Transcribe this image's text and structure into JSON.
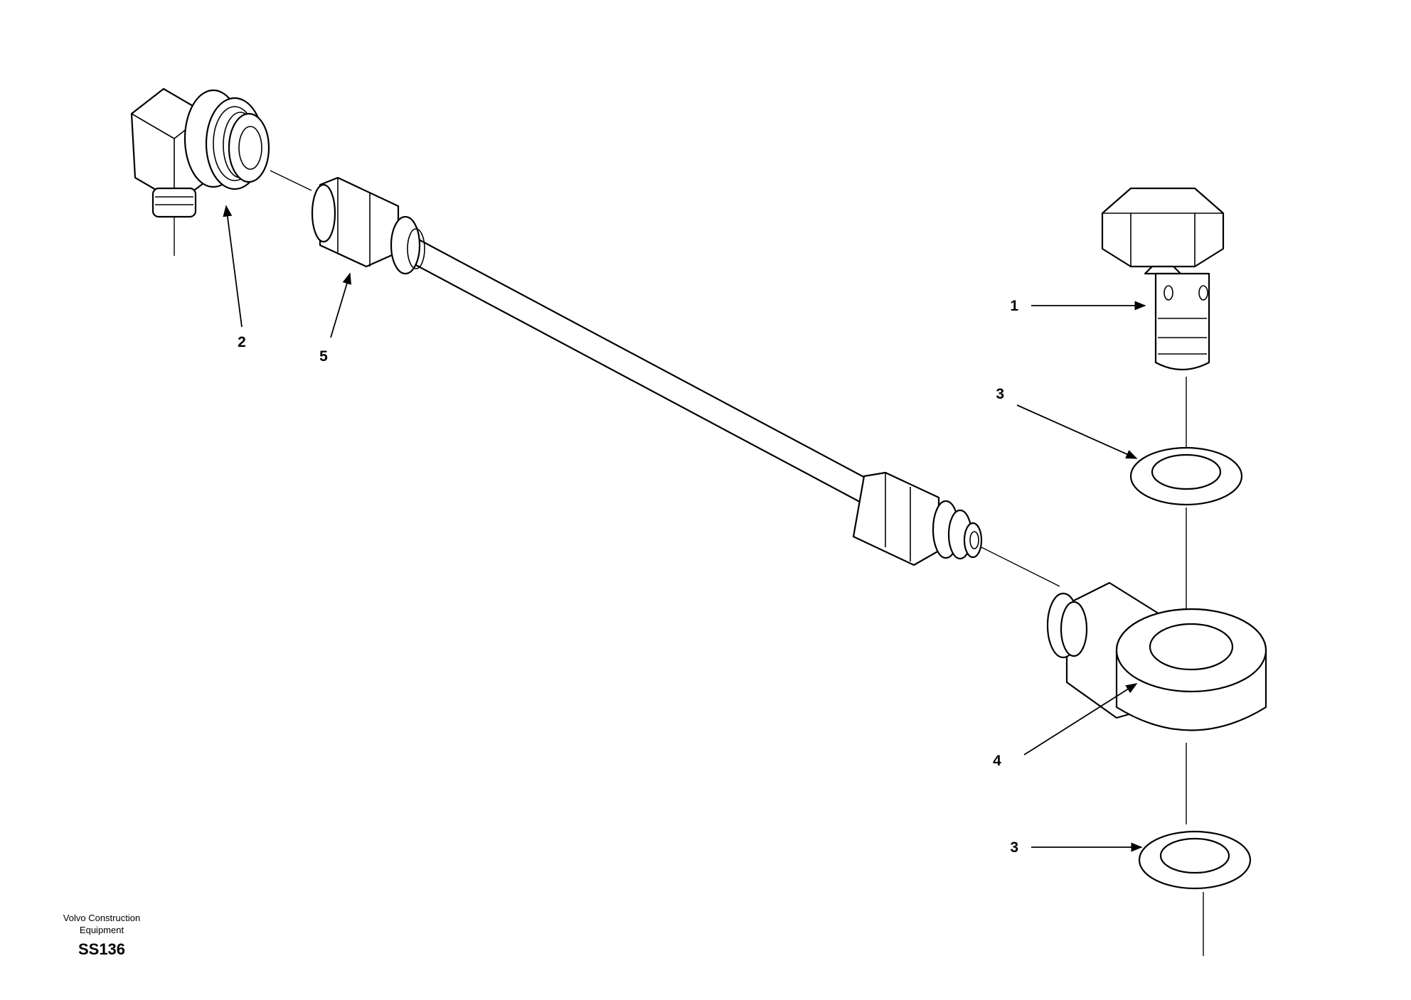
{
  "callouts": [
    "1",
    "2",
    "3",
    "3",
    "4",
    "5"
  ],
  "footer": {
    "company_line1": "Volvo Construction",
    "company_line2": "Equipment",
    "figure_code": "SS136"
  }
}
